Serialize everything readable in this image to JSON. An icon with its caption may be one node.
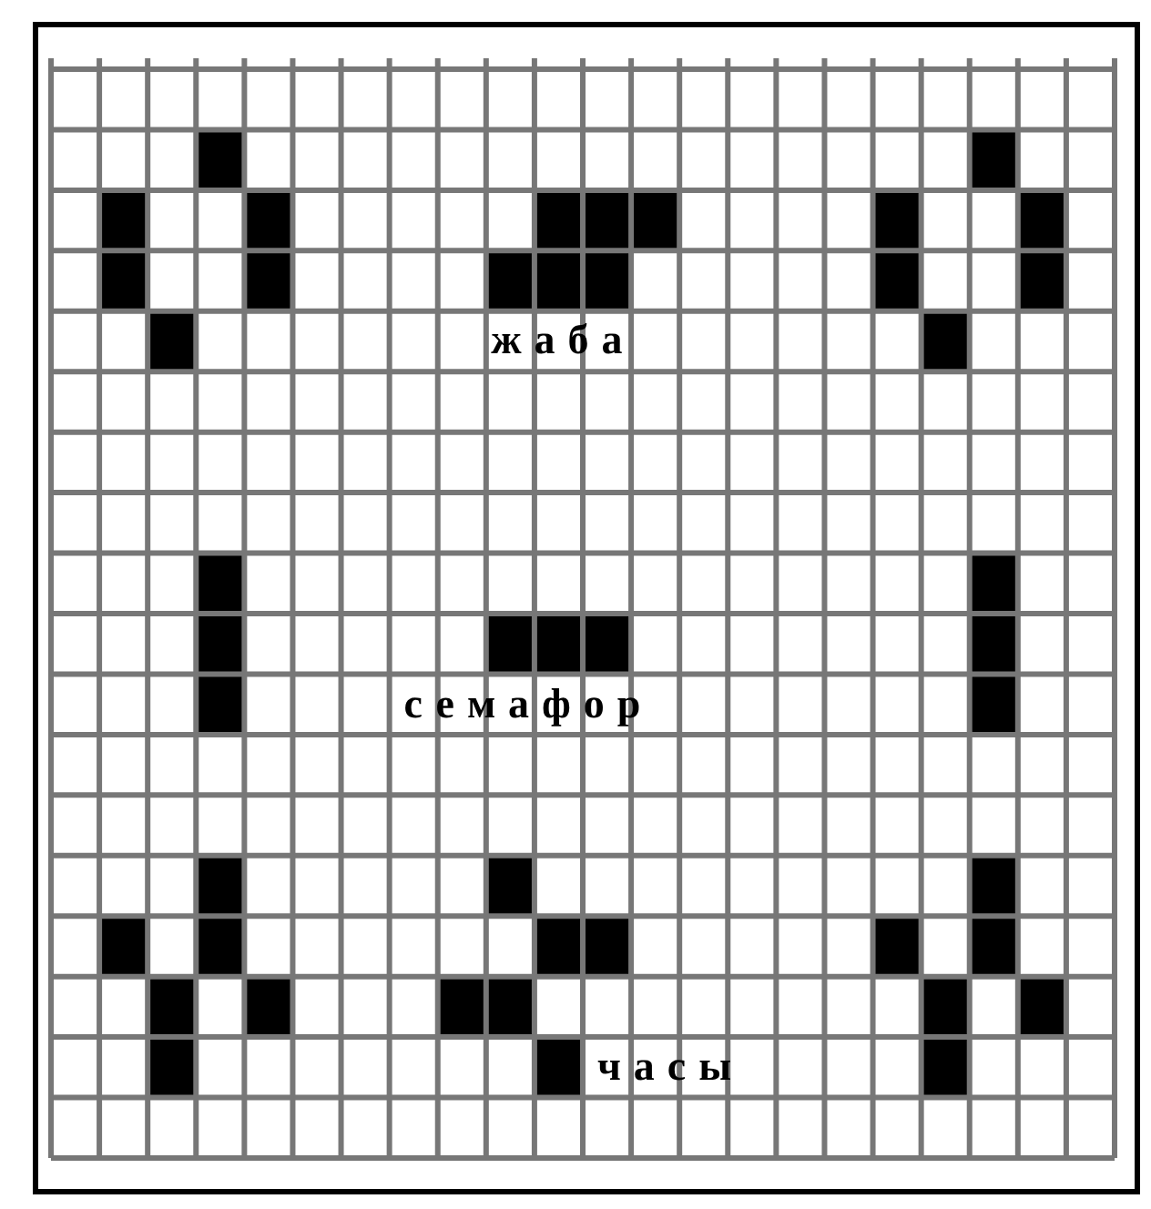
{
  "diagram": {
    "labels": [
      "жаба",
      "семафор",
      "часы"
    ]
  }
}
